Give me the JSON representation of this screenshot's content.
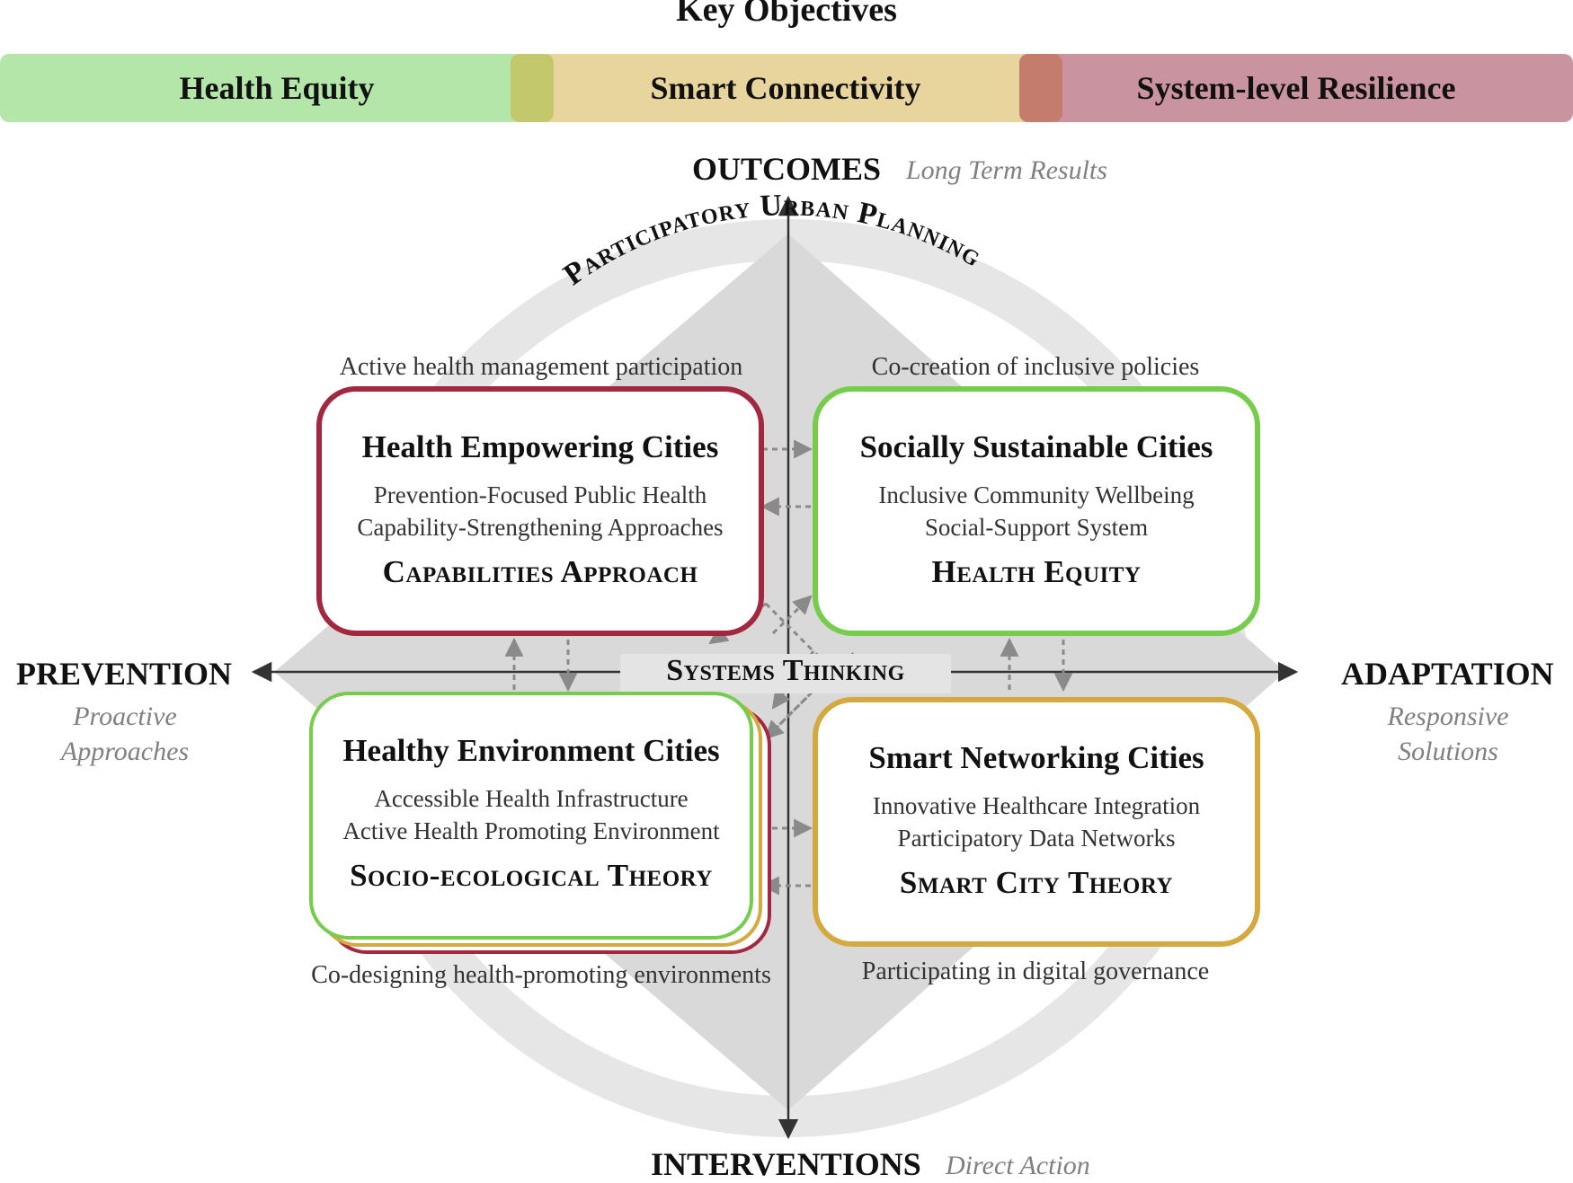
{
  "key_objectives": {
    "title": "Key Objectives",
    "bands": [
      {
        "label": "Health Equity",
        "color": "#b3e6a8"
      },
      {
        "label": "Smart Connectivity",
        "color": "#e8d59e"
      },
      {
        "label": "System-level Resilience",
        "color": "#c9939f"
      }
    ],
    "overlap_colors": [
      "#c4c86c",
      "#c47c6c"
    ]
  },
  "axes": {
    "top": {
      "label": "OUTCOMES",
      "sub": "Long Term Results"
    },
    "bottom": {
      "label": "INTERVENTIONS",
      "sub": "Direct Action"
    },
    "left": {
      "label": "PREVENTION",
      "sub_line1": "Proactive",
      "sub_line2": "Approaches"
    },
    "right": {
      "label": "ADAPTATION",
      "sub_line1": "Responsive",
      "sub_line2": "Solutions"
    }
  },
  "ring_label": "Participatory Urban Planning",
  "center_label": "Systems Thinking",
  "quadrants": {
    "top_left": {
      "caption": "Active health management participation",
      "title": "Health Empowering Cities",
      "line1": "Prevention-Focused Public Health",
      "line2": "Capability-Strengthening Approaches",
      "theory": "Capabilities Approach",
      "border_color": "#a3283f"
    },
    "top_right": {
      "caption": "Co-creation of inclusive policies",
      "title": "Socially Sustainable Cities",
      "line1": "Inclusive Community Wellbeing",
      "line2": "Social-Support System",
      "theory": "Health Equity",
      "border_color": "#76cc4b"
    },
    "bottom_left": {
      "caption": "Co-designing health-promoting  environments",
      "title": "Healthy Environment Cities",
      "line1": "Accessible Health Infrastructure",
      "line2": "Active Health Promoting Environment",
      "theory": "Socio-ecological Theory",
      "border_color": "#a3283f",
      "stack_colors": [
        "#d4a93f",
        "#76cc4b"
      ]
    },
    "bottom_right": {
      "caption": "Participating in digital governance",
      "title": "Smart Networking Cities",
      "line1": "Innovative Healthcare Integration",
      "line2": "Participatory Data Networks",
      "theory": "Smart City Theory",
      "border_color": "#d4a93f"
    }
  }
}
